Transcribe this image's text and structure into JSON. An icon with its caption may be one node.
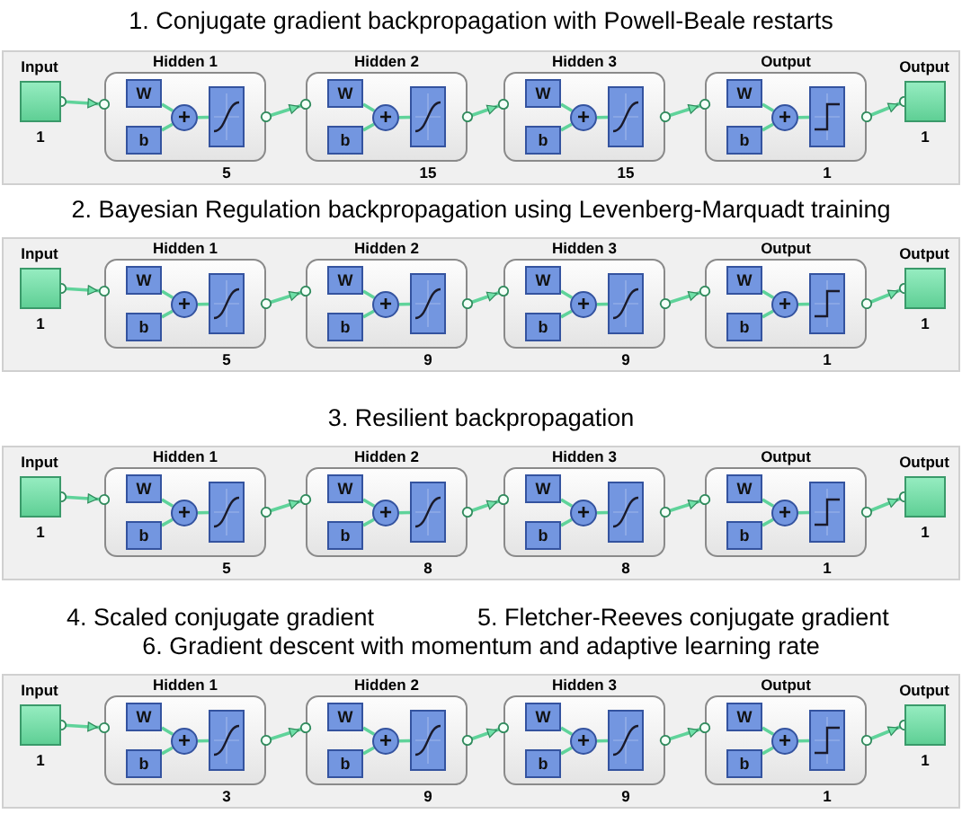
{
  "diagram": {
    "nodes": [
      {
        "text": [
          "Input",
          "1"
        ]
      },
      {
        "text": [
          "Hidden 1",
          "5"
        ]
      },
      {
        "text": [
          "W"
        ],
        "in": 1
      },
      {
        "text": [
          "b"
        ],
        "in": 1
      },
      {
        "text": [
          "+"
        ],
        "in": 1
      },
      {
        "text": [],
        "shape": "box",
        "in": 1
      },
      {
        "text": [
          "Hidden 2",
          "15"
        ]
      },
      {
        "text": [
          "W"
        ],
        "in": 6
      },
      {
        "text": [
          "b"
        ],
        "in": 6
      },
      {
        "text": [
          "+"
        ],
        "in": 6
      },
      {
        "text": [],
        "shape": "box",
        "in": 6
      },
      {
        "text": [
          "Hidden 3",
          "15"
        ]
      },
      {
        "text": [
          "W"
        ],
        "in": 11
      },
      {
        "text": [
          "b"
        ],
        "in": 11
      },
      {
        "text": [
          "+"
        ],
        "in": 11
      },
      {
        "text": [],
        "shape": "box",
        "in": 11
      },
      {
        "text": [
          "Output",
          "1"
        ]
      },
      {
        "text": [
          "W"
        ],
        "in": 16
      },
      {
        "text": [
          "b"
        ],
        "in": 16
      },
      {
        "text": [
          "+"
        ],
        "in": 16
      },
      {
        "text": [],
        "shape": "box",
        "in": 16
      },
      {
        "text": [
          "Output",
          "1"
        ]
      },
      {
        "text": [
          "Input",
          "1"
        ]
      },
      {
        "text": [
          "Hidden 1",
          "5"
        ]
      },
      {
        "text": [
          "W"
        ],
        "in": 23
      },
      {
        "text": [
          "b"
        ],
        "in": 23
      },
      {
        "text": [
          "+"
        ],
        "in": 23
      },
      {
        "text": [],
        "shape": "box",
        "in": 23
      },
      {
        "text": [
          "Hidden 2",
          "9"
        ]
      },
      {
        "text": [
          "W"
        ],
        "in": 28
      },
      {
        "text": [
          "b"
        ],
        "in": 28
      },
      {
        "text": [
          "+"
        ],
        "in": 28
      },
      {
        "text": [],
        "shape": "box",
        "in": 28
      },
      {
        "text": [
          "Hidden 3",
          "9"
        ]
      },
      {
        "text": [
          "W"
        ],
        "in": 33
      },
      {
        "text": [
          "b"
        ],
        "in": 33
      },
      {
        "text": [
          "+"
        ],
        "in": 33
      },
      {
        "text": [],
        "shape": "box",
        "in": 33
      },
      {
        "text": [
          "Output",
          "1"
        ]
      },
      {
        "text": [
          "W"
        ],
        "in": 38
      },
      {
        "text": [
          "b"
        ],
        "in": 38
      },
      {
        "text": [
          "+"
        ],
        "in": 38
      },
      {
        "text": [],
        "shape": "box",
        "in": 38
      },
      {
        "text": [
          "Output",
          "1"
        ]
      },
      {
        "text": [
          "Input",
          "1"
        ]
      },
      {
        "text": [
          "Hidden 1",
          "5"
        ]
      },
      {
        "text": [
          "W"
        ],
        "in": 45
      },
      {
        "text": [
          "b"
        ],
        "in": 45
      },
      {
        "text": [
          "+"
        ],
        "in": 45
      },
      {
        "text": [],
        "shape": "box",
        "in": 45
      },
      {
        "text": [
          "Hidden 2",
          "8"
        ]
      },
      {
        "text": [
          "W"
        ],
        "in": 50
      },
      {
        "text": [
          "b"
        ],
        "in": 50
      },
      {
        "text": [
          "+"
        ],
        "in": 50
      },
      {
        "text": [],
        "shape": "box",
        "in": 50
      },
      {
        "text": [
          "Hidden 3",
          "8"
        ]
      },
      {
        "text": [
          "W"
        ],
        "in": 55
      },
      {
        "text": [
          "b"
        ],
        "in": 55
      },
      {
        "text": [
          "+"
        ],
        "in": 55
      },
      {
        "text": [],
        "shape": "box",
        "in": 55
      },
      {
        "text": [
          "Output",
          "1"
        ]
      },
      {
        "text": [
          "W"
        ],
        "in": 60
      },
      {
        "text": [
          "b"
        ],
        "in": 60
      },
      {
        "text": [
          "+"
        ],
        "in": 60
      },
      {
        "text": [],
        "shape": "box",
        "in": 60
      },
      {
        "text": [
          "Output",
          "1"
        ]
      },
      {
        "text": [
          "Input",
          "1"
        ]
      },
      {
        "text": [
          "Hidden 1",
          "3"
        ]
      },
      {
        "text": [
          "W"
        ],
        "in": 67
      },
      {
        "text": [
          "b"
        ],
        "in": 67
      },
      {
        "text": [
          "+"
        ],
        "in": 67
      },
      {
        "text": [],
        "shape": "box",
        "in": 67
      },
      {
        "text": [
          "Hidden 2",
          "9"
        ]
      },
      {
        "text": [
          "W"
        ],
        "in": 72
      },
      {
        "text": [
          "b"
        ],
        "in": 72
      },
      {
        "text": [
          "+"
        ],
        "in": 72
      },
      {
        "text": [],
        "shape": "box",
        "in": 72
      },
      {
        "text": [
          "Hidden 3",
          "9"
        ]
      },
      {
        "text": [
          "W"
        ],
        "in": 77
      },
      {
        "text": [
          "b"
        ],
        "in": 77
      },
      {
        "text": [
          "+"
        ],
        "in": 77
      },
      {
        "text": [],
        "shape": "box",
        "in": 77
      },
      {
        "text": [
          "Output",
          "1"
        ]
      },
      {
        "text": [
          "W"
        ],
        "in": 82
      },
      {
        "text": [
          "b"
        ],
        "in": 82
      },
      {
        "text": [
          "+"
        ],
        "in": 82
      },
      {
        "text": [],
        "shape": "box",
        "in": 82
      },
      {
        "text": [
          "Output",
          "1"
        ]
      }
    ],
    "edges": [
      {
        "from": 0,
        "to": 1,
        "arrow": "to"
      },
      {
        "from": 1,
        "to": 6,
        "arrow": "to"
      },
      {
        "from": 6,
        "to": 11,
        "arrow": "to"
      },
      {
        "from": 11,
        "to": 16,
        "arrow": "to"
      },
      {
        "from": 16,
        "to": 21,
        "arrow": "to"
      },
      {
        "from": 2,
        "to": 4,
        "arrow": "none"
      },
      {
        "from": 3,
        "to": 4,
        "arrow": "none"
      },
      {
        "from": 4,
        "to": 5,
        "arrow": "none"
      },
      {
        "from": 7,
        "to": 9,
        "arrow": "none"
      },
      {
        "from": 8,
        "to": 9,
        "arrow": "none"
      },
      {
        "from": 9,
        "to": 10,
        "arrow": "none"
      },
      {
        "from": 12,
        "to": 14,
        "arrow": "none"
      },
      {
        "from": 13,
        "to": 14,
        "arrow": "none"
      },
      {
        "from": 14,
        "to": 15,
        "arrow": "none"
      },
      {
        "from": 17,
        "to": 19,
        "arrow": "none"
      },
      {
        "from": 18,
        "to": 19,
        "arrow": "none"
      },
      {
        "from": 19,
        "to": 20,
        "arrow": "none"
      },
      {
        "from": 22,
        "to": 23,
        "arrow": "to"
      },
      {
        "from": 23,
        "to": 28,
        "arrow": "to"
      },
      {
        "from": 28,
        "to": 33,
        "arrow": "to"
      },
      {
        "from": 33,
        "to": 38,
        "arrow": "to"
      },
      {
        "from": 38,
        "to": 43,
        "arrow": "to"
      },
      {
        "from": 24,
        "to": 26,
        "arrow": "none"
      },
      {
        "from": 25,
        "to": 26,
        "arrow": "none"
      },
      {
        "from": 26,
        "to": 27,
        "arrow": "none"
      },
      {
        "from": 29,
        "to": 31,
        "arrow": "none"
      },
      {
        "from": 30,
        "to": 31,
        "arrow": "none"
      },
      {
        "from": 31,
        "to": 32,
        "arrow": "none"
      },
      {
        "from": 34,
        "to": 36,
        "arrow": "none"
      },
      {
        "from": 35,
        "to": 36,
        "arrow": "none"
      },
      {
        "from": 36,
        "to": 37,
        "arrow": "none"
      },
      {
        "from": 39,
        "to": 41,
        "arrow": "none"
      },
      {
        "from": 40,
        "to": 41,
        "arrow": "none"
      },
      {
        "from": 41,
        "to": 42,
        "arrow": "none"
      },
      {
        "from": 44,
        "to": 45,
        "arrow": "to"
      },
      {
        "from": 45,
        "to": 50,
        "arrow": "to"
      },
      {
        "from": 50,
        "to": 55,
        "arrow": "to"
      },
      {
        "from": 55,
        "to": 60,
        "arrow": "to"
      },
      {
        "from": 60,
        "to": 65,
        "arrow": "to"
      },
      {
        "from": 46,
        "to": 48,
        "arrow": "none"
      },
      {
        "from": 47,
        "to": 48,
        "arrow": "none"
      },
      {
        "from": 48,
        "to": 49,
        "arrow": "none"
      },
      {
        "from": 51,
        "to": 53,
        "arrow": "none"
      },
      {
        "from": 52,
        "to": 53,
        "arrow": "none"
      },
      {
        "from": 53,
        "to": 54,
        "arrow": "none"
      },
      {
        "from": 56,
        "to": 58,
        "arrow": "none"
      },
      {
        "from": 57,
        "to": 58,
        "arrow": "none"
      },
      {
        "from": 58,
        "to": 59,
        "arrow": "none"
      },
      {
        "from": 61,
        "to": 63,
        "arrow": "none"
      },
      {
        "from": 62,
        "to": 63,
        "arrow": "none"
      },
      {
        "from": 63,
        "to": 64,
        "arrow": "none"
      },
      {
        "from": 66,
        "to": 67,
        "arrow": "to"
      },
      {
        "from": 67,
        "to": 72,
        "arrow": "to"
      },
      {
        "from": 72,
        "to": 77,
        "arrow": "to"
      },
      {
        "from": 77,
        "to": 82,
        "arrow": "to"
      },
      {
        "from": 82,
        "to": 87,
        "arrow": "to"
      },
      {
        "from": 68,
        "to": 70,
        "arrow": "none"
      },
      {
        "from": 69,
        "to": 70,
        "arrow": "none"
      },
      {
        "from": 70,
        "to": 71,
        "arrow": "none"
      },
      {
        "from": 73,
        "to": 75,
        "arrow": "none"
      },
      {
        "from": 74,
        "to": 75,
        "arrow": "none"
      },
      {
        "from": 75,
        "to": 76,
        "arrow": "none"
      },
      {
        "from": 78,
        "to": 80,
        "arrow": "none"
      },
      {
        "from": 79,
        "to": 80,
        "arrow": "none"
      },
      {
        "from": 80,
        "to": 81,
        "arrow": "none"
      },
      {
        "from": 83,
        "to": 85,
        "arrow": "none"
      },
      {
        "from": 84,
        "to": 85,
        "arrow": "none"
      },
      {
        "from": 85,
        "to": 86,
        "arrow": "none"
      }
    ],
    "labels": [
      "1. Conjugate gradient backpropagation with Powell-Beale restarts",
      "2. Bayesian Regulation backpropagation using Levenberg-Marquadt training",
      "3. Resilient backpropagation",
      "4. Scaled conjugate gradient",
      "5. Fletcher-Reeves conjugate gradient",
      "6. Gradient descent with momentum and adaptive learning rate"
    ]
  }
}
